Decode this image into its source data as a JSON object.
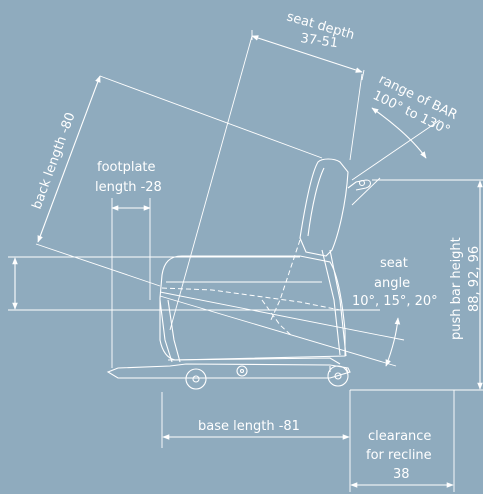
{
  "background_color": "#8fabbe",
  "line_color": "#ffffff",
  "labels": {
    "seat_depth_title": "seat depth",
    "seat_depth_value": "37-51",
    "bar_range_line1": "range of BAR",
    "bar_range_line2": "100° to 130°",
    "back_length": "back length -80",
    "footplate_line1": "footplate",
    "footplate_line2": "length -28",
    "seat_angle_line1": "seat",
    "seat_angle_line2": "angle",
    "seat_angle_line3": "10°, 15°, 20°",
    "push_bar_title": "push bar height",
    "push_bar_values": "88, 92, 96",
    "base_length": "base length -81",
    "clearance_line1": "clearance",
    "clearance_line2": "for recline",
    "clearance_value": "38"
  }
}
